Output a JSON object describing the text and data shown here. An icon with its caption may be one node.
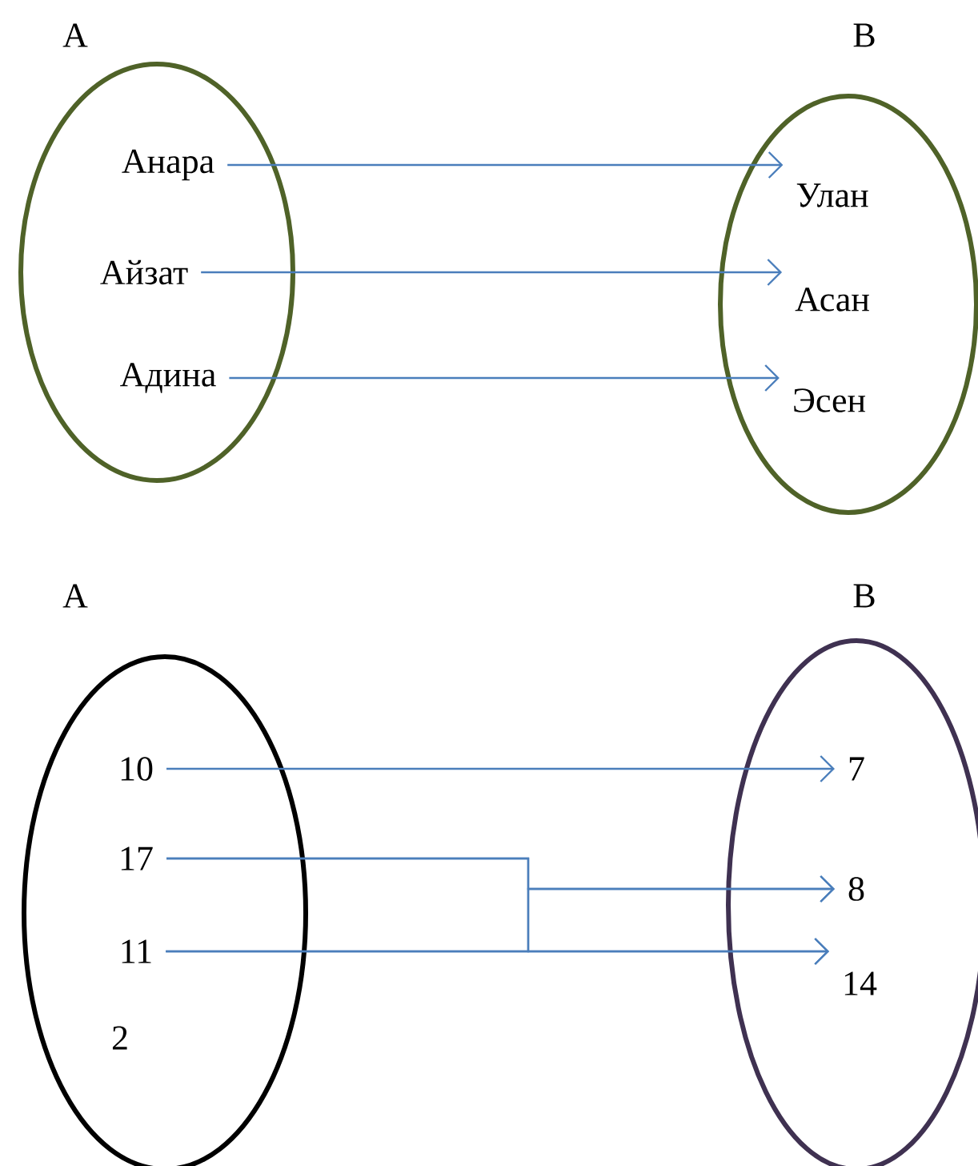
{
  "diagram": {
    "nodes": [
      {
        "text": [
          "A"
        ]
      },
      {
        "text": [
          "Анара"
        ],
        "in": 0
      },
      {
        "text": [
          "Айзат"
        ],
        "in": 0
      },
      {
        "text": [
          "Адина"
        ],
        "in": 0
      },
      {
        "text": [
          "B"
        ]
      },
      {
        "text": [
          "Улан"
        ],
        "in": 4
      },
      {
        "text": [
          "Асан"
        ],
        "in": 4
      },
      {
        "text": [
          "Эсен"
        ],
        "in": 4
      },
      {
        "text": [
          "A"
        ]
      },
      {
        "text": [
          "10"
        ],
        "in": 8
      },
      {
        "text": [
          "17"
        ],
        "in": 8
      },
      {
        "text": [
          "11"
        ],
        "in": 8
      },
      {
        "text": [
          "2"
        ],
        "in": 8
      },
      {
        "text": [
          "B"
        ]
      },
      {
        "text": [
          "7"
        ],
        "in": 13
      },
      {
        "text": [
          "8"
        ],
        "in": 13
      },
      {
        "text": [
          "14"
        ],
        "in": 13
      }
    ],
    "edges": [
      {
        "from": 1,
        "to": 5,
        "arrow": "to"
      },
      {
        "from": 2,
        "to": 6,
        "arrow": "to"
      },
      {
        "from": 3,
        "to": 7,
        "arrow": "to"
      },
      {
        "from": 9,
        "to": 14,
        "arrow": "to"
      },
      {
        "from": 10,
        "to": 15,
        "arrow": "to"
      },
      {
        "from": 10,
        "to": 16,
        "arrow": "to"
      },
      {
        "from": 11,
        "to": 15,
        "arrow": "to"
      },
      {
        "from": 11,
        "to": 16,
        "arrow": "to"
      }
    ]
  }
}
